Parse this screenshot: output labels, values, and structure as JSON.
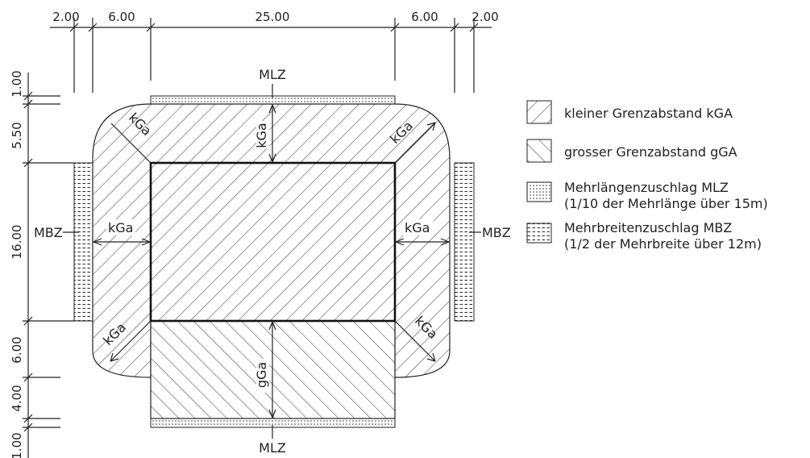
{
  "dimensions": {
    "top": [
      "2.00",
      "6.00",
      "25.00",
      "6.00",
      "2.00"
    ],
    "left": [
      "1.00",
      "5.50",
      "16.00",
      "6.00",
      "4.00",
      "1.00"
    ]
  },
  "labels": {
    "mlz_top": "MLZ",
    "mlz_bottom": "MLZ",
    "mbz_left": "MBZ",
    "mbz_right": "MBZ",
    "kga": "kGa",
    "gga": "gGa"
  },
  "legend": [
    {
      "lines": [
        "kleiner Grenzabstand kGA"
      ],
      "pattern": "small-hatch"
    },
    {
      "lines": [
        "grosser Grenzabstand gGA"
      ],
      "pattern": "large-hatch"
    },
    {
      "lines": [
        "Mehrlängenzuschlag MLZ",
        "(1/10 der Mehrlänge über 15m)"
      ],
      "pattern": "dots"
    },
    {
      "lines": [
        "Mehrbreitenzuschlag MBZ",
        "(1/2 der Mehrbreite über 12m)"
      ],
      "pattern": "dashes"
    }
  ]
}
